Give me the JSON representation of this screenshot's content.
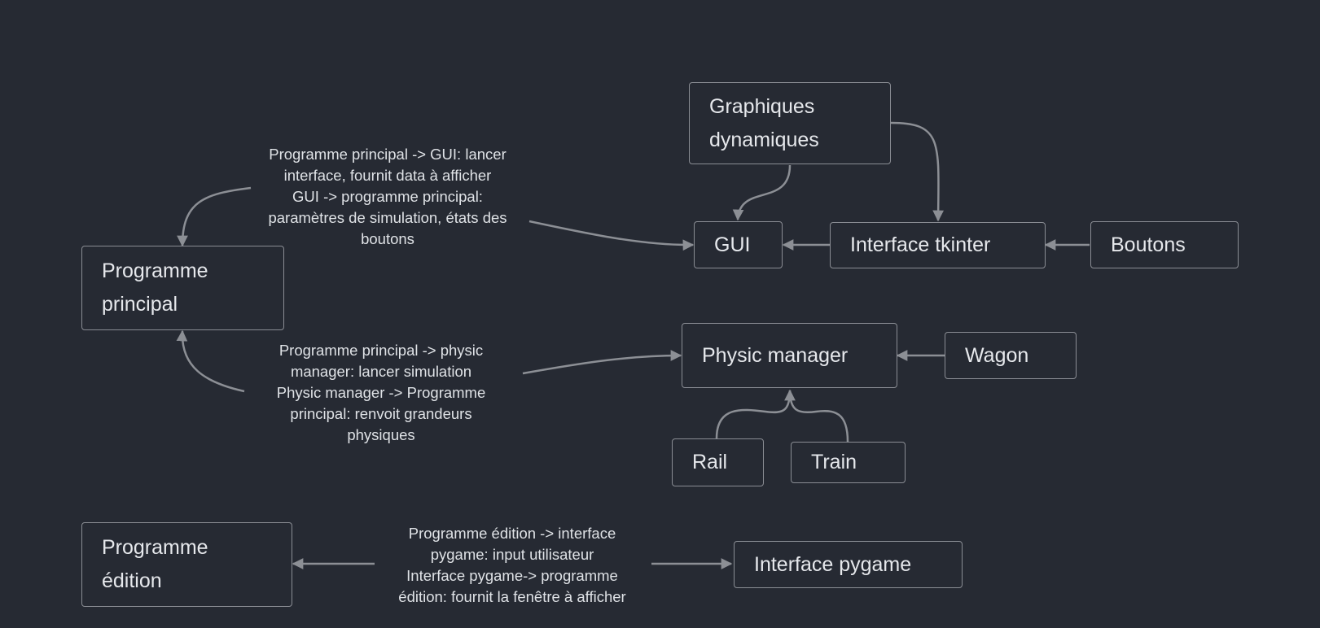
{
  "diagram": {
    "nodes": {
      "graphiques": "Graphiques\ndynamiques",
      "gui": "GUI",
      "tkinter": "Interface tkinter",
      "boutons": "Boutons",
      "programme_principal": "Programme\nprincipal",
      "physic_manager": "Physic manager",
      "wagon": "Wagon",
      "rail": "Rail",
      "train": "Train",
      "programme_edition": "Programme\nédition",
      "interface_pygame": "Interface pygame"
    },
    "edge_labels": {
      "principal_gui": "Programme principal -> GUI: lancer\n interface, fournit data à afficher\nGUI -> programme principal:\nparamètres de simulation, états des\nboutons",
      "principal_physic": "Programme principal -> physic\nmanager: lancer simulation\nPhysic manager -> Programme\nprincipal: renvoit grandeurs\nphysiques",
      "edition_pygame": "Programme édition -> interface\npygame: input utilisateur\nInterface pygame-> programme\nédition: fournit la fenêtre à afficher"
    },
    "colors": {
      "background": "#262a33",
      "node_border": "#8a8d94",
      "edge": "#8c8f95",
      "text": "#e6e8ec"
    }
  }
}
